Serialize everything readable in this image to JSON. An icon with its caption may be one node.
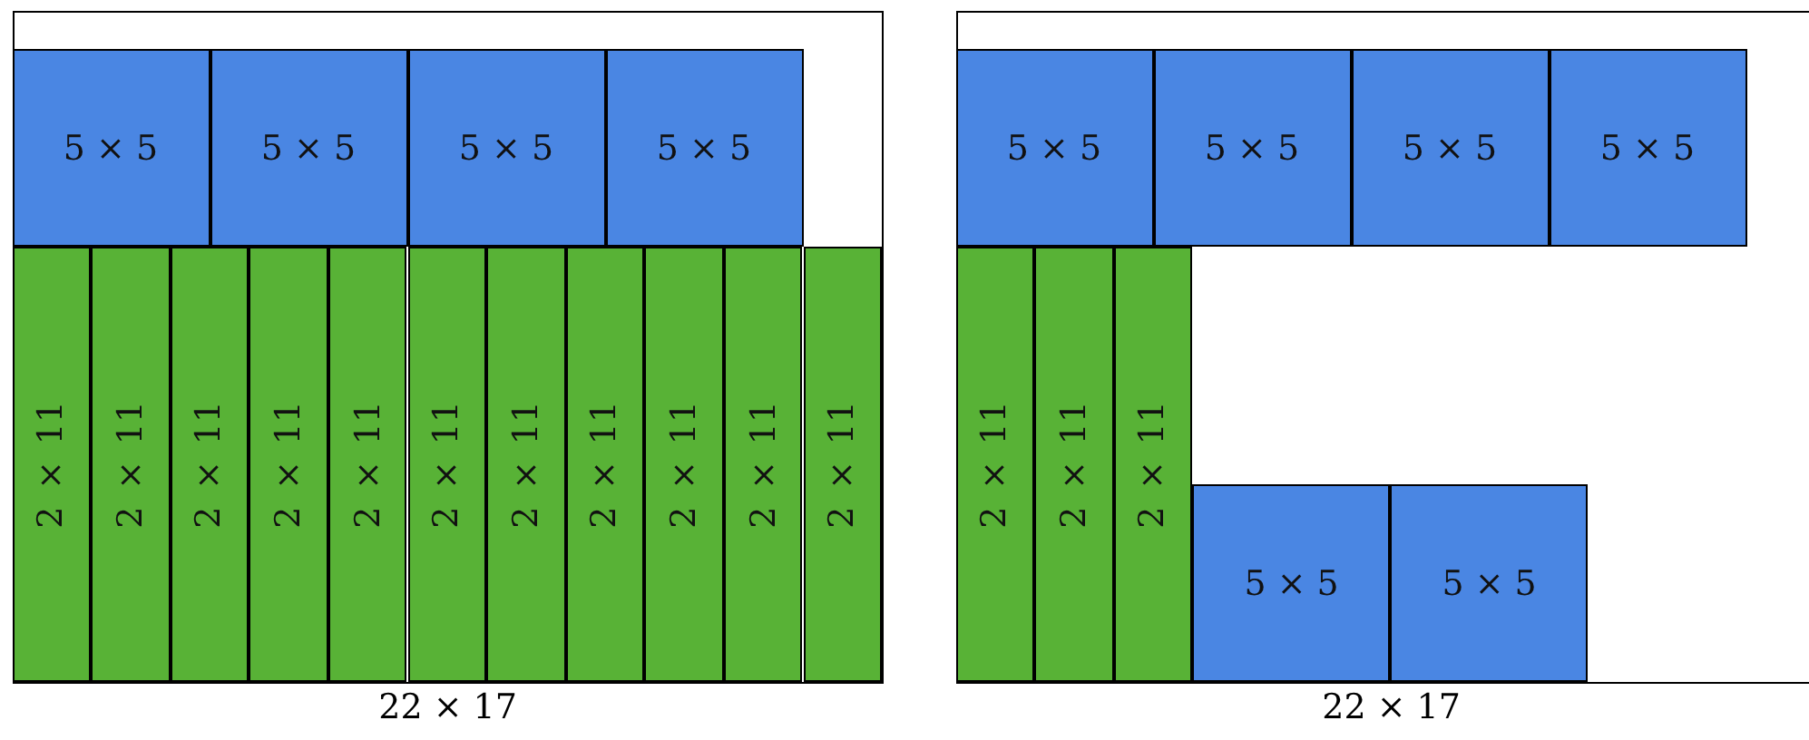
{
  "diagram": {
    "nodes": [
      {
        "text": [
          "22 × 17"
        ]
      },
      {
        "text": [
          "5 × 5"
        ],
        "in": 0
      },
      {
        "text": [
          "5 × 5"
        ],
        "in": 0
      },
      {
        "text": [
          "5 × 5"
        ],
        "in": 0
      },
      {
        "text": [
          "5 × 5"
        ],
        "in": 0
      },
      {
        "text": [
          "2 × 11"
        ],
        "in": 0
      },
      {
        "text": [
          "2 × 11"
        ],
        "in": 0
      },
      {
        "text": [
          "2 × 11"
        ],
        "in": 0
      },
      {
        "text": [
          "2 × 11"
        ],
        "in": 0
      },
      {
        "text": [
          "2 × 11"
        ],
        "in": 0
      },
      {
        "text": [
          "2 × 11"
        ],
        "in": 0
      },
      {
        "text": [
          "2 × 11"
        ],
        "in": 0
      },
      {
        "text": [
          "2 × 11"
        ],
        "in": 0
      },
      {
        "text": [
          "2 × 11"
        ],
        "in": 0
      },
      {
        "text": [
          "2 × 11"
        ],
        "in": 0
      },
      {
        "text": [
          "2 × 11"
        ],
        "in": 0
      },
      {
        "text": [
          "22 × 17"
        ]
      },
      {
        "text": [
          "5 × 5"
        ],
        "in": 16
      },
      {
        "text": [
          "5 × 5"
        ],
        "in": 16
      },
      {
        "text": [
          "5 × 5"
        ],
        "in": 16
      },
      {
        "text": [
          "5 × 5"
        ],
        "in": 16
      },
      {
        "text": [
          "2 × 11"
        ],
        "in": 16
      },
      {
        "text": [
          "2 × 11"
        ],
        "in": 16
      },
      {
        "text": [
          "2 × 11"
        ],
        "in": 16
      },
      {
        "text": [
          "5 × 5"
        ],
        "in": 16
      },
      {
        "text": [
          "5 × 5"
        ],
        "in": 16
      }
    ]
  }
}
